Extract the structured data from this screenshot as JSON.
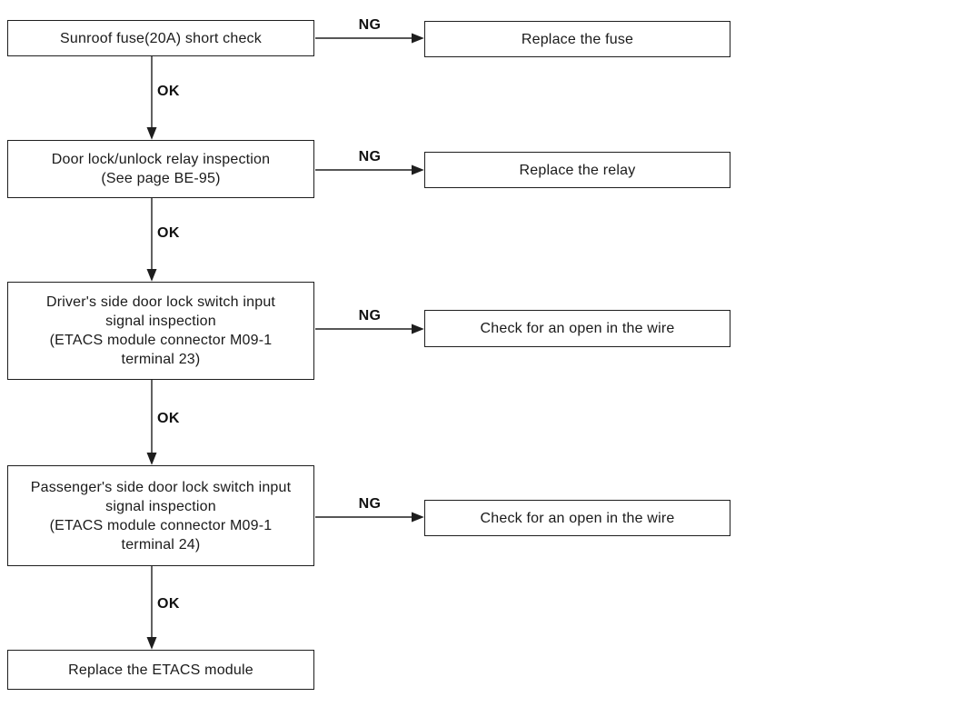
{
  "colors": {
    "line": "#1e1e1e",
    "background": "#ffffff"
  },
  "diagram": {
    "steps": [
      {
        "check": "Sunroof fuse(20A) short check",
        "branch_label": "NG",
        "branch_action": "Replace the fuse",
        "pass_label": "OK"
      },
      {
        "check": "Door lock/unlock relay inspection\n(See page BE-95)",
        "branch_label": "NG",
        "branch_action": "Replace the relay",
        "pass_label": "OK"
      },
      {
        "check": "Driver's side door lock switch input\nsignal inspection\n(ETACS module connector M09-1\nterminal 23)",
        "branch_label": "NG",
        "branch_action": "Check for an open in the wire",
        "pass_label": "OK"
      },
      {
        "check": "Passenger's side door lock switch input\nsignal inspection\n(ETACS module connector M09-1\nterminal 24)",
        "branch_label": "NG",
        "branch_action": "Check for an open in the wire",
        "pass_label": "OK"
      }
    ],
    "final_action": "Replace the ETACS module"
  }
}
